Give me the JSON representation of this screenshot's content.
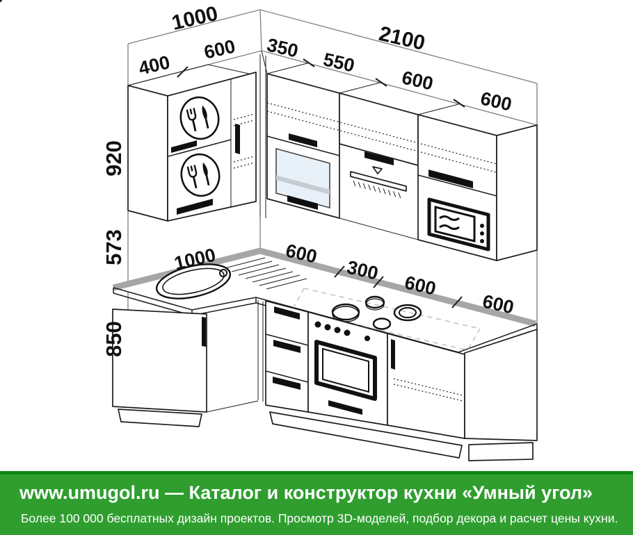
{
  "page": {
    "title": "Kitchen layout drawing",
    "background": "#ffffff"
  },
  "labels": {
    "top_total_left": "1000",
    "top_total_right": "2100",
    "upper_400": "400",
    "upper_600_left": "600",
    "upper_350": "350",
    "upper_550": "550",
    "upper_600_mid": "600",
    "upper_600_right": "600",
    "height_upper": "920",
    "height_gap": "573",
    "height_base": "850",
    "counter_1000": "1000",
    "counter_600_a": "600",
    "counter_300": "300",
    "counter_600_b": "600",
    "counter_600_c": "600"
  },
  "icons": [
    "dish-dryer-icon",
    "glass-door",
    "cooker-hood-icon",
    "microwave-icon",
    "sink",
    "cooktop-burners",
    "oven"
  ],
  "banner": {
    "line1": "www.umugol.ru — Каталог и конструктор кухни «Умный угол»",
    "line2": "Более 100 000 бесплатных дизайн проектов. Просмотр 3D-моделей, подбор декора и расчет цены кухни.",
    "bg_color": "#2f9e2f",
    "stripe_color": "#0f870f",
    "text_color": "#ffffff"
  },
  "colors": {
    "outline": "#1c1c1c",
    "wall_lines": "#7e7e7e",
    "backsplash_gray": "#a6a6a6",
    "glass_blue": "#e9f1f8",
    "glass_streak": "#c6ccd3"
  }
}
